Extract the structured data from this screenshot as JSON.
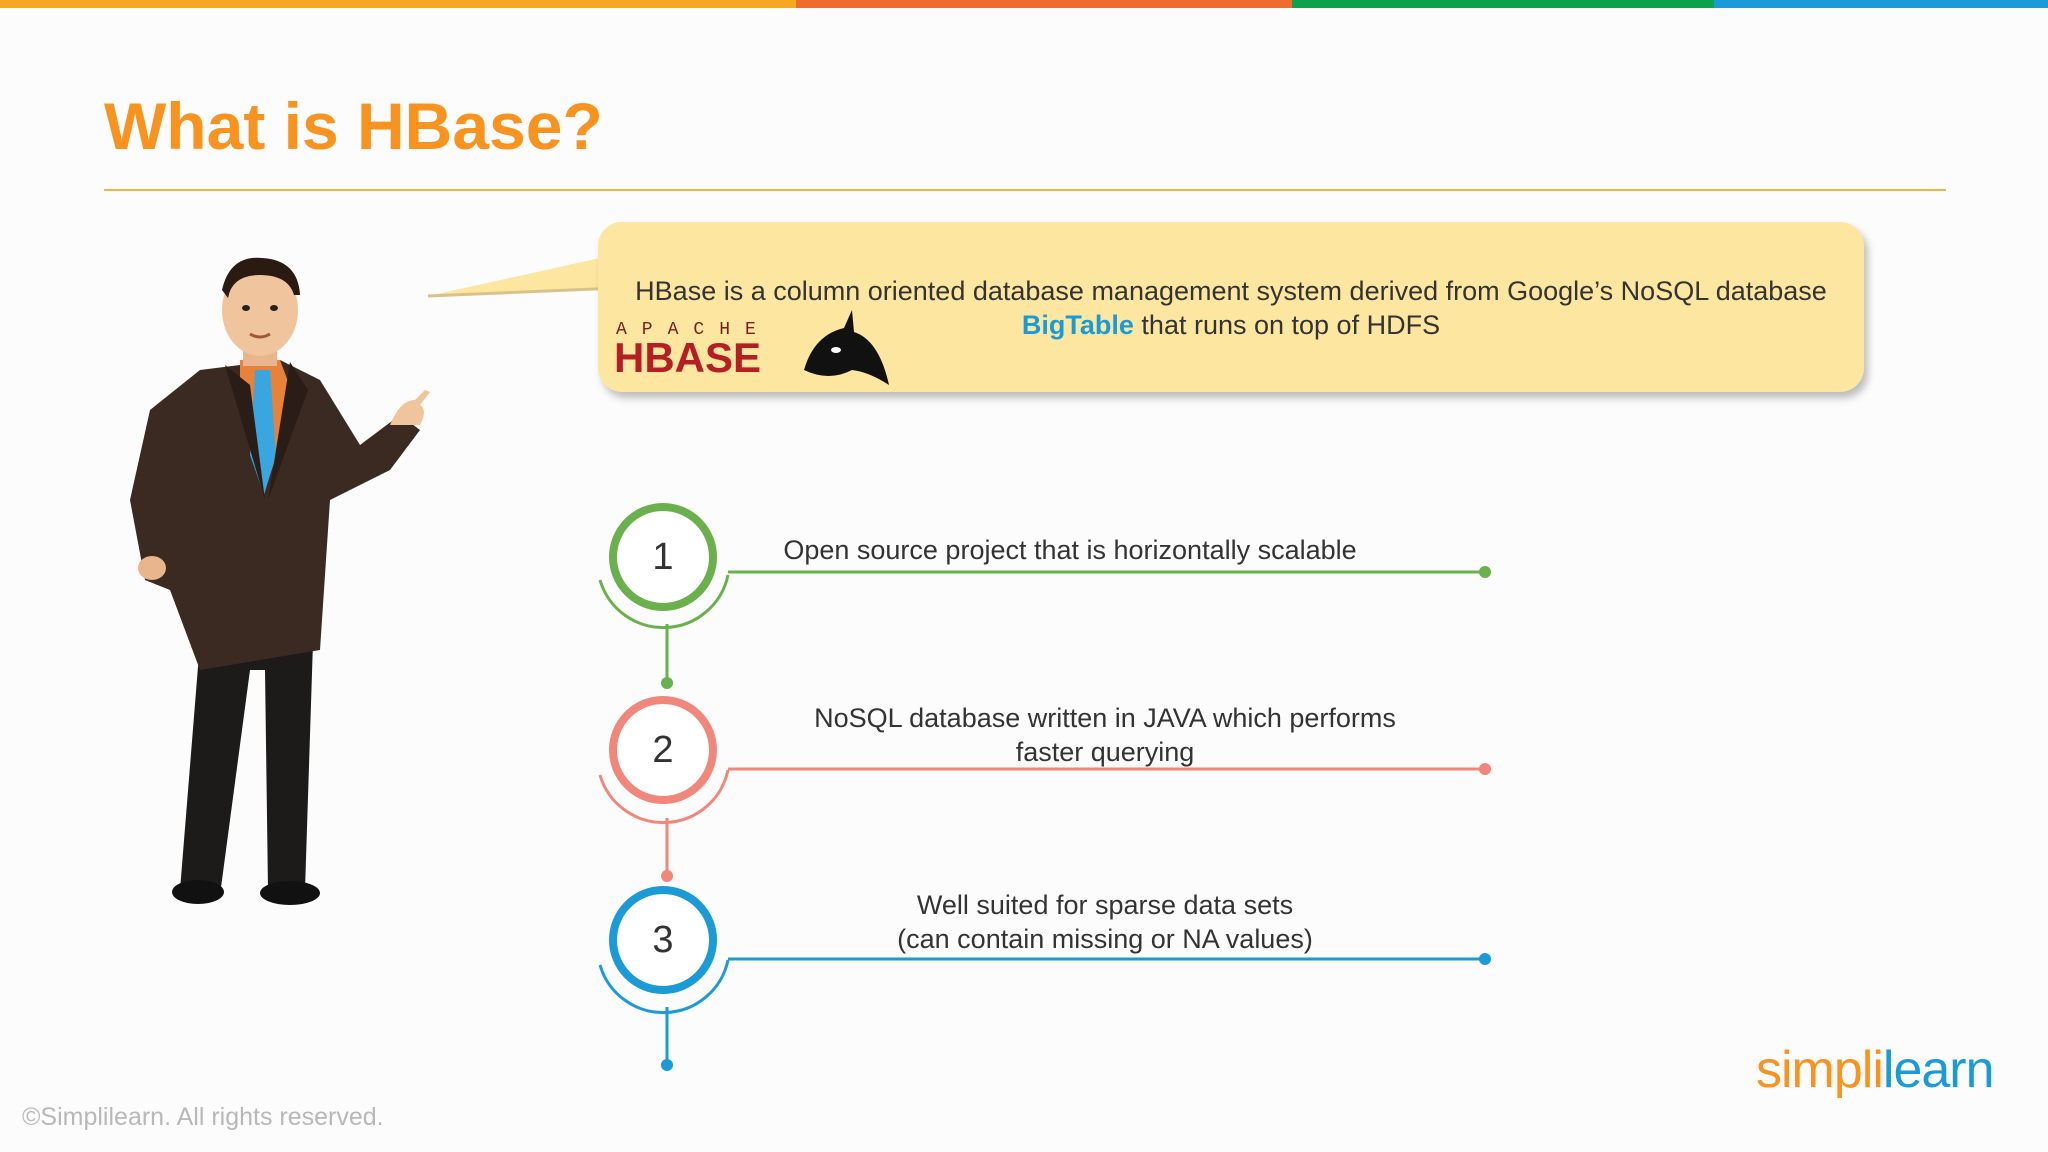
{
  "colors": {
    "accent": "#f7931e",
    "bubble": "#fde6a0",
    "step1": "#6ab04c",
    "step2": "#f1867b",
    "step3": "#1a9bd7",
    "top_bar": [
      "#f7a823",
      "#ef6b2e",
      "#0ba24b",
      "#1a9bd7"
    ]
  },
  "slide": {
    "title": "What is HBase?"
  },
  "bubble": {
    "text_line1": "HBase is a column oriented database management system derived from Google’s NoSQL database",
    "highlight": "BigTable",
    "text_line2_rest": " that runs on top of HDFS",
    "logo_small": "APACHE",
    "logo_big": "HBASE"
  },
  "steps": [
    {
      "number": "1",
      "lines": [
        "Open source project that is horizontally scalable"
      ]
    },
    {
      "number": "2",
      "lines": [
        "NoSQL database written in JAVA which performs",
        "faster querying"
      ]
    },
    {
      "number": "3",
      "lines": [
        "Well suited for sparse data sets",
        "(can contain missing or NA values)"
      ]
    }
  ],
  "footer": {
    "copyright": "©Simplilearn. All rights reserved.",
    "brand_a": "simpl",
    "brand_i": "i",
    "brand_b": "learn"
  }
}
